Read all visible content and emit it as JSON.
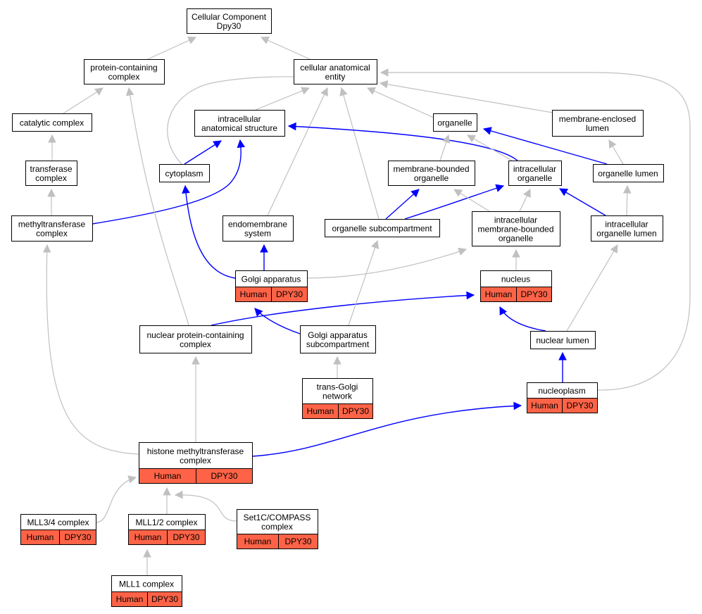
{
  "colors": {
    "is_a_edge": "#c0c0c0",
    "part_of_edge": "#0000ff",
    "annotation_cell": "#ff6347",
    "node_fill": "#ffffff"
  },
  "nodes": {
    "root": {
      "lines": [
        "Cellular Component",
        "Dpy30"
      ]
    },
    "protein_containing_complex": {
      "lines": [
        "protein-containing",
        "complex"
      ]
    },
    "cellular_anatomical_entity": {
      "lines": [
        "cellular anatomical",
        "entity"
      ]
    },
    "catalytic_complex": {
      "lines": [
        "catalytic complex"
      ]
    },
    "intracellular_anatomical_structure": {
      "lines": [
        "intracellular",
        "anatomical structure"
      ]
    },
    "organelle": {
      "lines": [
        "organelle"
      ]
    },
    "membrane_enclosed_lumen": {
      "lines": [
        "membrane-enclosed",
        "lumen"
      ]
    },
    "transferase_complex": {
      "lines": [
        "transferase",
        "complex"
      ]
    },
    "cytoplasm": {
      "lines": [
        "cytoplasm"
      ]
    },
    "membrane_bounded_organelle": {
      "lines": [
        "membrane-bounded",
        "organelle"
      ]
    },
    "intracellular_organelle": {
      "lines": [
        "intracellular",
        "organelle"
      ]
    },
    "organelle_lumen": {
      "lines": [
        "organelle lumen"
      ]
    },
    "methyltransferase_complex": {
      "lines": [
        "methyltransferase",
        "complex"
      ]
    },
    "endomembrane_system": {
      "lines": [
        "endomembrane",
        "system"
      ]
    },
    "organelle_subcompartment": {
      "lines": [
        "organelle subcompartment"
      ]
    },
    "intracellular_membrane_bounded_organelle": {
      "lines": [
        "intracellular",
        "membrane-bounded",
        "organelle"
      ]
    },
    "intracellular_organelle_lumen": {
      "lines": [
        "intracellular",
        "organelle lumen"
      ]
    },
    "golgi_apparatus": {
      "lines": [
        "Golgi apparatus"
      ],
      "cells": [
        "Human",
        "DPY30"
      ]
    },
    "nucleus": {
      "lines": [
        "nucleus"
      ],
      "cells": [
        "Human",
        "DPY30"
      ]
    },
    "nuclear_protein_containing_complex": {
      "lines": [
        "nuclear protein-containing",
        "complex"
      ]
    },
    "golgi_apparatus_subcompartment": {
      "lines": [
        "Golgi apparatus",
        "subcompartment"
      ]
    },
    "nuclear_lumen": {
      "lines": [
        "nuclear lumen"
      ]
    },
    "trans_golgi_network": {
      "lines": [
        "trans-Golgi",
        "network"
      ],
      "cells": [
        "Human",
        "DPY30"
      ]
    },
    "nucleoplasm": {
      "lines": [
        "nucleoplasm"
      ],
      "cells": [
        "Human",
        "DPY30"
      ]
    },
    "histone_methyltransferase_complex": {
      "lines": [
        "histone methyltransferase",
        "complex"
      ],
      "cells": [
        "Human",
        "DPY30"
      ]
    },
    "mll3_4_complex": {
      "lines": [
        "MLL3/4 complex"
      ],
      "cells": [
        "Human",
        "DPY30"
      ]
    },
    "mll1_2_complex": {
      "lines": [
        "MLL1/2 complex"
      ],
      "cells": [
        "Human",
        "DPY30"
      ]
    },
    "set1c_compass_complex": {
      "lines": [
        "Set1C/COMPASS",
        "complex"
      ],
      "cells": [
        "Human",
        "DPY30"
      ]
    },
    "mll1_complex": {
      "lines": [
        "MLL1 complex"
      ],
      "cells": [
        "Human",
        "DPY30"
      ]
    }
  },
  "edges": [
    {
      "from": "protein_containing_complex",
      "to": "root",
      "type": "is_a"
    },
    {
      "from": "cellular_anatomical_entity",
      "to": "root",
      "type": "is_a"
    },
    {
      "from": "catalytic_complex",
      "to": "protein_containing_complex",
      "type": "is_a"
    },
    {
      "from": "transferase_complex",
      "to": "catalytic_complex",
      "type": "is_a"
    },
    {
      "from": "methyltransferase_complex",
      "to": "transferase_complex",
      "type": "is_a"
    },
    {
      "from": "intracellular_anatomical_structure",
      "to": "cellular_anatomical_entity",
      "type": "is_a"
    },
    {
      "from": "cytoplasm",
      "to": "cellular_anatomical_entity",
      "type": "is_a"
    },
    {
      "from": "endomembrane_system",
      "to": "cellular_anatomical_entity",
      "type": "is_a"
    },
    {
      "from": "organelle_subcompartment",
      "to": "cellular_anatomical_entity",
      "type": "is_a"
    },
    {
      "from": "organelle",
      "to": "cellular_anatomical_entity",
      "type": "is_a"
    },
    {
      "from": "membrane_enclosed_lumen",
      "to": "cellular_anatomical_entity",
      "type": "is_a"
    },
    {
      "from": "nucleoplasm",
      "to": "cellular_anatomical_entity",
      "type": "is_a"
    },
    {
      "from": "cytoplasm",
      "to": "intracellular_anatomical_structure",
      "type": "part_of"
    },
    {
      "from": "methyltransferase_complex",
      "to": "intracellular_anatomical_structure",
      "type": "part_of"
    },
    {
      "from": "intracellular_organelle",
      "to": "intracellular_anatomical_structure",
      "type": "part_of"
    },
    {
      "from": "membrane_bounded_organelle",
      "to": "organelle",
      "type": "is_a"
    },
    {
      "from": "intracellular_organelle",
      "to": "organelle",
      "type": "is_a"
    },
    {
      "from": "organelle_lumen",
      "to": "organelle",
      "type": "part_of"
    },
    {
      "from": "organelle_lumen",
      "to": "membrane_enclosed_lumen",
      "type": "is_a"
    },
    {
      "from": "organelle_subcompartment",
      "to": "membrane_bounded_organelle",
      "type": "part_of"
    },
    {
      "from": "organelle_subcompartment",
      "to": "intracellular_organelle",
      "type": "part_of"
    },
    {
      "from": "intracellular_organelle_lumen",
      "to": "intracellular_organelle",
      "type": "part_of"
    },
    {
      "from": "intracellular_membrane_bounded_organelle",
      "to": "membrane_bounded_organelle",
      "type": "is_a"
    },
    {
      "from": "intracellular_membrane_bounded_organelle",
      "to": "intracellular_organelle",
      "type": "is_a"
    },
    {
      "from": "intracellular_organelle_lumen",
      "to": "organelle_lumen",
      "type": "is_a"
    },
    {
      "from": "golgi_apparatus",
      "to": "cytoplasm",
      "type": "part_of"
    },
    {
      "from": "golgi_apparatus",
      "to": "endomembrane_system",
      "type": "part_of"
    },
    {
      "from": "golgi_apparatus",
      "to": "intracellular_membrane_bounded_organelle",
      "type": "is_a"
    },
    {
      "from": "nucleus",
      "to": "intracellular_membrane_bounded_organelle",
      "type": "is_a"
    },
    {
      "from": "nuclear_lumen",
      "to": "intracellular_organelle_lumen",
      "type": "is_a"
    },
    {
      "from": "nuclear_lumen",
      "to": "nucleus",
      "type": "part_of"
    },
    {
      "from": "nuclear_protein_containing_complex",
      "to": "protein_containing_complex",
      "type": "is_a"
    },
    {
      "from": "nuclear_protein_containing_complex",
      "to": "nucleus",
      "type": "part_of"
    },
    {
      "from": "golgi_apparatus_subcompartment",
      "to": "organelle_subcompartment",
      "type": "is_a"
    },
    {
      "from": "golgi_apparatus_subcompartment",
      "to": "golgi_apparatus",
      "type": "part_of"
    },
    {
      "from": "trans_golgi_network",
      "to": "golgi_apparatus_subcompartment",
      "type": "is_a"
    },
    {
      "from": "nucleoplasm",
      "to": "nuclear_lumen",
      "type": "part_of"
    },
    {
      "from": "histone_methyltransferase_complex",
      "to": "methyltransferase_complex",
      "type": "is_a"
    },
    {
      "from": "histone_methyltransferase_complex",
      "to": "nuclear_protein_containing_complex",
      "type": "is_a"
    },
    {
      "from": "histone_methyltransferase_complex",
      "to": "nucleoplasm",
      "type": "part_of"
    },
    {
      "from": "mll3_4_complex",
      "to": "histone_methyltransferase_complex",
      "type": "is_a"
    },
    {
      "from": "mll1_2_complex",
      "to": "histone_methyltransferase_complex",
      "type": "is_a"
    },
    {
      "from": "set1c_compass_complex",
      "to": "histone_methyltransferase_complex",
      "type": "is_a"
    },
    {
      "from": "mll1_complex",
      "to": "mll1_2_complex",
      "type": "is_a"
    }
  ]
}
